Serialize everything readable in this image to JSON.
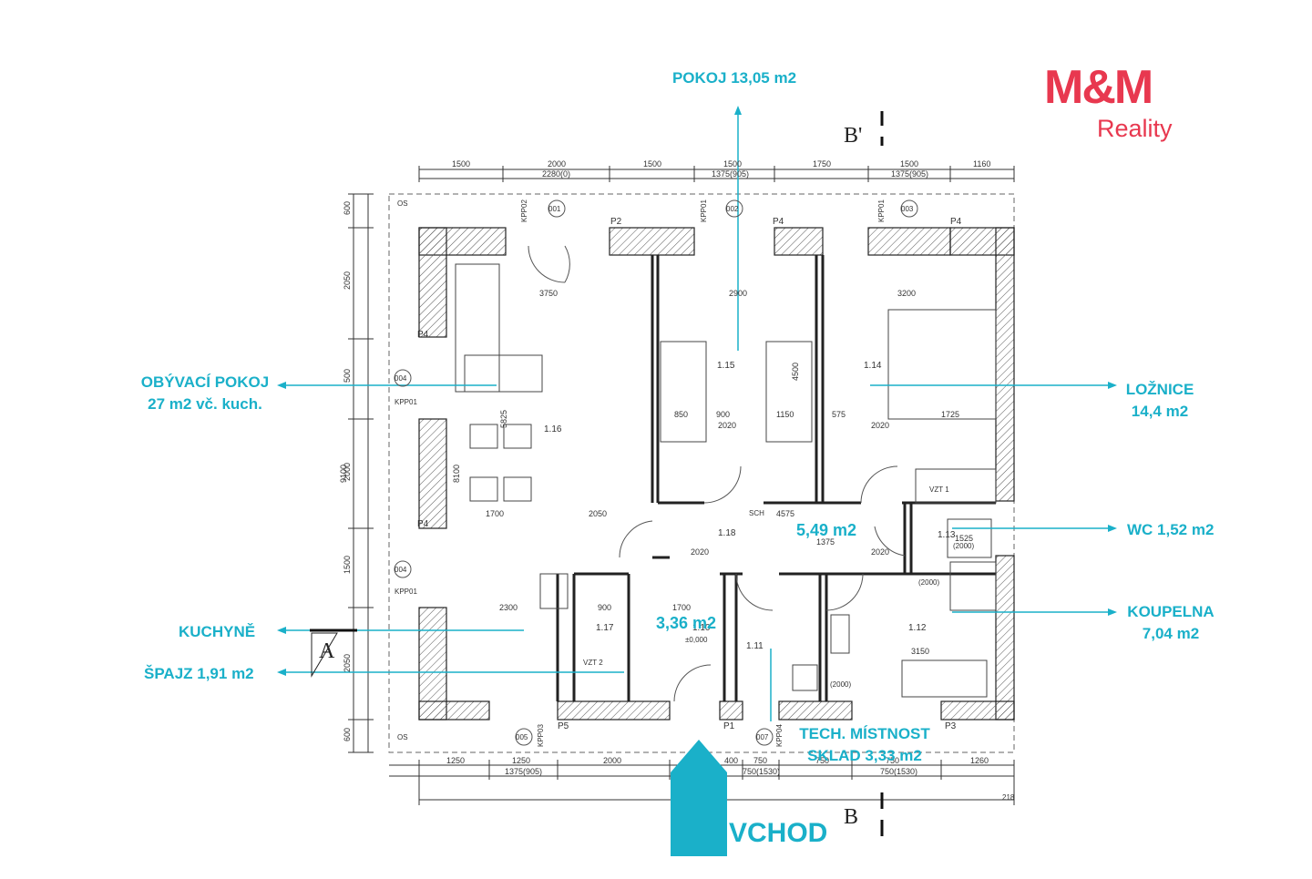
{
  "brand": {
    "logo_mark": "M&M",
    "logo_sub": "Reality",
    "color": "#e8384f"
  },
  "accent_color": "#1ab0c9",
  "rooms": {
    "pokoj": {
      "name": "POKOJ 13,05 m2"
    },
    "obyvaci": {
      "line1": "OBÝVACÍ POKOJ",
      "line2": "27 m2  vč. kuch."
    },
    "loznice": {
      "line1": "LOŽNICE",
      "line2": "14,4 m2"
    },
    "wc": {
      "name": "WC 1,52 m2"
    },
    "koupelna": {
      "line1": "KOUPELNA",
      "line2": "7,04 m2"
    },
    "kuchyne": {
      "name": "KUCHYNĚ"
    },
    "spajz": {
      "name": "ŠPAJZ  1,91 m2"
    },
    "tech": {
      "line1": "TECH. MÍSTNOST",
      "line2": "SKLAD 3,33 m2"
    },
    "hall_area": "5,49 m2",
    "entry_area": "3,36 m2"
  },
  "entrance": {
    "label": "VCHOD"
  },
  "section_marks": {
    "a": "A",
    "b": "B",
    "b2": "B'"
  },
  "plan": {
    "room_numbers": [
      "1.16",
      "1.15",
      "1.14",
      "1.18",
      "1.13",
      "1.17",
      "1.10",
      "1.11",
      "1.12"
    ],
    "top_dims": [
      "1500",
      "2000",
      "1500",
      "1500",
      "1750",
      "1500",
      "1160"
    ],
    "top_dims_2": [
      "2280(0)",
      "1375(905)",
      "1375(905)"
    ],
    "bottom_dims": [
      "1250",
      "1250",
      "2000",
      "400",
      "750",
      "750",
      "750",
      "1260"
    ],
    "bottom_dims_2": [
      "1375(905)",
      "750(1530)",
      "750(1530)"
    ],
    "left_dims": [
      "600",
      "2050",
      "500",
      "2000",
      "1500",
      "2050",
      "600"
    ],
    "overall_left": "9100",
    "interior_dims": [
      "3750",
      "2900",
      "3200",
      "5825",
      "8100",
      "4500",
      "2050",
      "1700",
      "4575",
      "2300",
      "900",
      "1700",
      "3150",
      "1525",
      "1375",
      "850",
      "900",
      "1150",
      "575",
      "1725",
      "2020",
      "2020",
      "2020",
      "2020"
    ],
    "pillars": [
      "P2",
      "P4",
      "P4",
      "P4",
      "P4",
      "P5",
      "P1",
      "P3"
    ],
    "window_tags": [
      "001",
      "002",
      "003",
      "004",
      "004",
      "005",
      "007"
    ],
    "misc_tags": [
      "KPP02",
      "KPP01",
      "KPP01",
      "KPP01",
      "KPP01",
      "KPP03",
      "KPP04",
      "SCH",
      "VZT 1",
      "VZT 2",
      "(2000)",
      "(2000)",
      "(2000)",
      "±0,000",
      "OS",
      "OS",
      "218"
    ]
  }
}
